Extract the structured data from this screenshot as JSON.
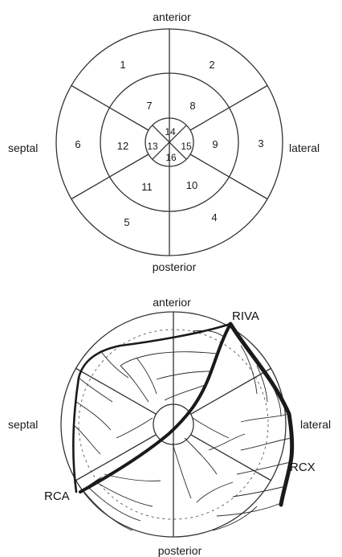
{
  "top_diagram": {
    "labels": {
      "anterior": "anterior",
      "posterior": "posterior",
      "septal": "septal",
      "lateral": "lateral"
    },
    "segments": [
      "1",
      "2",
      "3",
      "4",
      "5",
      "6",
      "7",
      "8",
      "9",
      "10",
      "11",
      "12",
      "13",
      "14",
      "15",
      "16"
    ]
  },
  "bottom_diagram": {
    "labels": {
      "anterior": "anterior",
      "posterior": "posterior",
      "septal": "septal",
      "lateral": "lateral"
    },
    "arteries": {
      "riva": "RIVA",
      "rcx": "RCX",
      "rca": "RCA"
    }
  }
}
